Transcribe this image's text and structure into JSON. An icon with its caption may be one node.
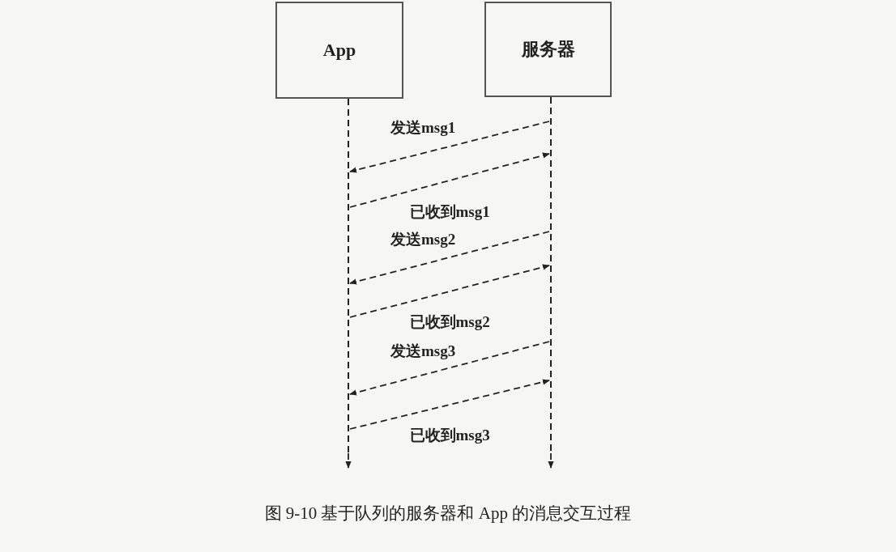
{
  "diagram": {
    "caption": "图 9-10 基于队列的服务器和 App 的消息交互过程",
    "nodes": [
      {
        "text": [
          "App"
        ]
      },
      {
        "text": [
          "服务器"
        ]
      }
    ],
    "edges": [
      {
        "from": 0,
        "to": null,
        "arrow": "to",
        "style": "dashed"
      },
      {
        "from": 1,
        "to": null,
        "arrow": "to",
        "style": "dashed"
      },
      {
        "from": 1,
        "to": 0,
        "arrow": "to",
        "style": "dashed",
        "label": "发送msg1"
      },
      {
        "from": 0,
        "to": 1,
        "arrow": "to",
        "style": "dashed",
        "label": "已收到msg1"
      },
      {
        "from": 1,
        "to": 0,
        "arrow": "to",
        "style": "dashed",
        "label": "发送msg2"
      },
      {
        "from": 0,
        "to": 1,
        "arrow": "to",
        "style": "dashed",
        "label": "已收到msg2"
      },
      {
        "from": 1,
        "to": 0,
        "arrow": "to",
        "style": "dashed",
        "label": "发送msg3"
      },
      {
        "from": 0,
        "to": 1,
        "arrow": "to",
        "style": "dashed",
        "label": "已收到msg3"
      }
    ]
  }
}
